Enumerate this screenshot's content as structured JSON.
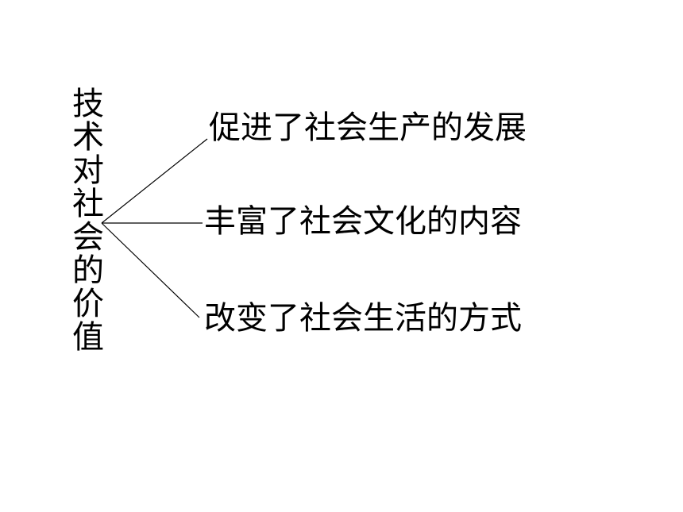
{
  "diagram": {
    "root": {
      "text": "技术对社会的价值"
    },
    "branches": [
      {
        "text": "促进了社会生产的发展"
      },
      {
        "text": "丰富了社会文化的内容"
      },
      {
        "text": "改变了社会生活的方式"
      }
    ],
    "colors": {
      "text": "#000000",
      "line": "#000000",
      "background": "#ffffff"
    }
  }
}
